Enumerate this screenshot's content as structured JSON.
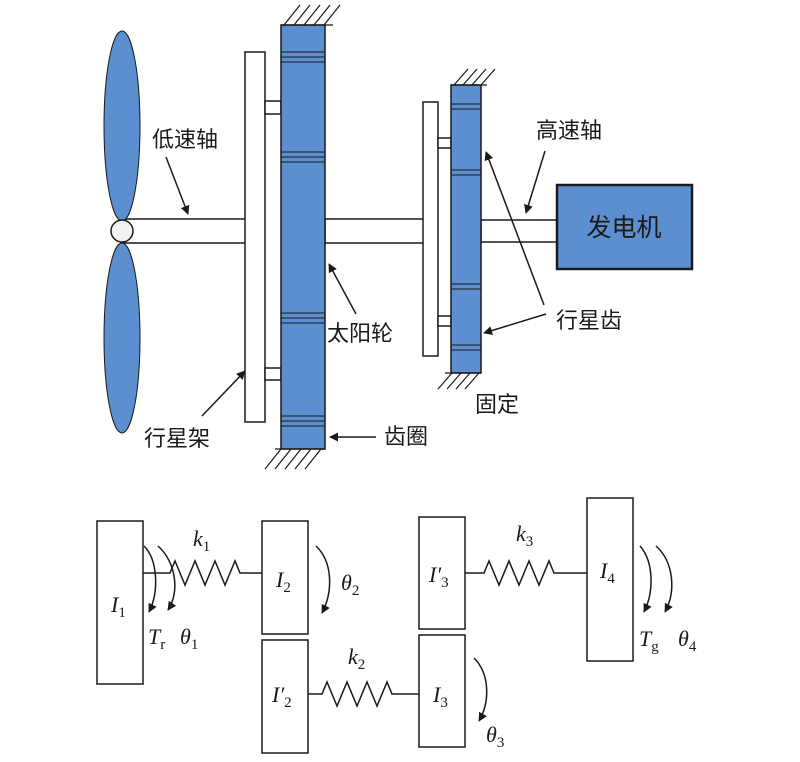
{
  "colors": {
    "component_blue": "#5b8fcf",
    "line": "#1a1a1a",
    "background": "#ffffff"
  },
  "labels": {
    "low_speed_shaft": "低速轴",
    "high_speed_shaft": "高速轴",
    "generator": "发电机",
    "sun_gear": "太阳轮",
    "planet_gear": "行星齿",
    "planet_carrier": "行星架",
    "ring_gear": "齿圈",
    "fixed": "固定"
  },
  "model": {
    "i1": {
      "sym": "I",
      "sub": "1"
    },
    "i2": {
      "sym": "I",
      "sub": "2"
    },
    "i2p": {
      "sym": "I′",
      "sub": "2"
    },
    "i3": {
      "sym": "I",
      "sub": "3"
    },
    "i3p": {
      "sym": "I′",
      "sub": "3"
    },
    "i4": {
      "sym": "I",
      "sub": "4"
    },
    "k1": {
      "sym": "k",
      "sub": "1"
    },
    "k2": {
      "sym": "k",
      "sub": "2"
    },
    "k3": {
      "sym": "k",
      "sub": "3"
    },
    "tr": {
      "sym": "T",
      "sub": "r"
    },
    "tg": {
      "sym": "T",
      "sub": "g"
    },
    "theta1": {
      "sym": "θ",
      "sub": "1"
    },
    "theta2": {
      "sym": "θ",
      "sub": "2"
    },
    "theta3": {
      "sym": "θ",
      "sub": "3"
    },
    "theta4": {
      "sym": "θ",
      "sub": "4"
    }
  }
}
